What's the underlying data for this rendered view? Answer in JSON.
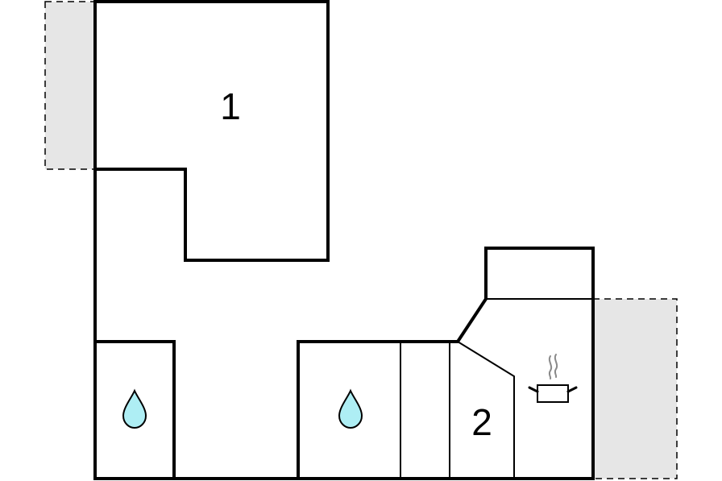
{
  "rooms": [
    {
      "id": "room-1",
      "label": "1"
    },
    {
      "id": "room-2",
      "label": "2"
    }
  ],
  "icons": [
    {
      "name": "water-drop-icon",
      "meaning": "bathroom"
    },
    {
      "name": "water-drop-icon",
      "meaning": "bathroom"
    },
    {
      "name": "cooking-pot-icon",
      "meaning": "kitchen"
    }
  ],
  "colors": {
    "walls": "#000000",
    "terrace_fill": "#e6e6e6",
    "water_drop": "#aeeef4",
    "steam": "#8a8a8a"
  }
}
